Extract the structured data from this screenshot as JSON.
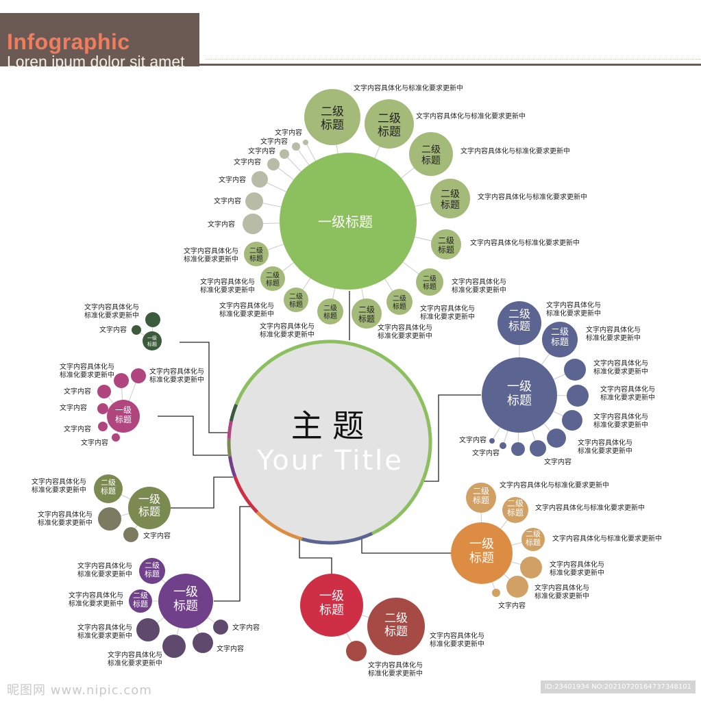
{
  "header": {
    "title": "Infographic",
    "subtitle": "Loren ipum dolor sit amet"
  },
  "footer": {
    "logo": "昵图网 www.nipic.com",
    "id": "ID:23401934 NO:20210720164737348101"
  },
  "center": {
    "title": "主 题",
    "subtitle": "Your Title"
  },
  "labels": {
    "level1": "一级标题",
    "level1_line1": "一级",
    "level1_line2": "标题",
    "level2_line1": "二级",
    "level2_line2": "标题",
    "desc_line": "文字内容具体化与标准化要求更新中",
    "desc_line1": "文字内容具体化与",
    "desc_line2": "标准化要求更新中",
    "text": "文字内容"
  },
  "colors": {
    "green": "#8cc05e",
    "green_small": "#a4ba79",
    "green_grey": "#b8bca6",
    "navy": "#5c6492",
    "orange": "#dd8c44",
    "orange_small": "#d1a064",
    "red": "#cf2f45",
    "red_small": "#a64a45",
    "purple": "#70418a",
    "olive": "#7b8a51",
    "pink": "#b1457e",
    "dark_green": "#3c5a3c",
    "center_fill": "#e3e3e3"
  }
}
